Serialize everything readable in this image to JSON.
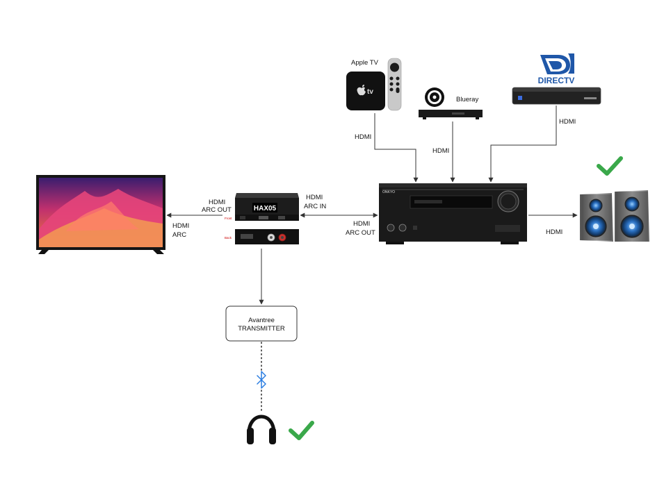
{
  "devices": {
    "apple_tv": "Apple TV",
    "apple_tv_logo": "tv",
    "blueray": "Blueray",
    "directv": "DIRECTV",
    "extractor": "HAX05",
    "extractor_front": "Front",
    "extractor_back": "Back",
    "transmitter_line1": "Avantree",
    "transmitter_line2": "TRANSMITTER",
    "receiver_brand": "ONKYO"
  },
  "connections": {
    "appletv_hdmi": "HDMI",
    "blueray_hdmi": "HDMI",
    "directv_hdmi": "HDMI",
    "tv_arc_line1": "HDMI",
    "tv_arc_line2": "ARC",
    "hax_out_line1": "HDMI",
    "hax_out_line2": "ARC OUT",
    "hax_in_line1": "HDMI",
    "hax_in_line2": "ARC IN",
    "receiver_out_line1": "HDMI",
    "receiver_out_line2": "ARC OUT",
    "speakers_hdmi": "HDMI"
  },
  "colors": {
    "line": "#333333",
    "check": "#3aa84a",
    "bluetooth": "#2a7de1",
    "directv_blue": "#1f57a8"
  }
}
